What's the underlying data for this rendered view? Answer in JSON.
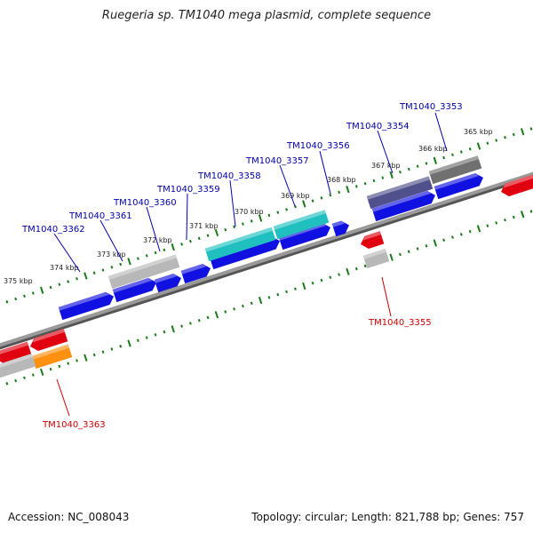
{
  "title": "Ruegeria sp. TM1040 mega plasmid, complete sequence",
  "footer": {
    "accession": "Accession: NC_008043",
    "summary": "Topology: circular; Length: 821,788 bp; Genes: 757"
  },
  "colors": {
    "backbone": "#888888",
    "tick": "#1a7a1a",
    "label_forward": "#0000aa",
    "label_reverse": "#cc0000",
    "blue": "#1010e0",
    "cyan": "#20c0c0",
    "gray_light": "#b8b8b8",
    "gray_dark": "#707070",
    "purple": "#50508c",
    "red": "#e00010",
    "orange": "#ff9010"
  },
  "scale_labels": [
    {
      "text": "365 kbp",
      "kbp": 365
    },
    {
      "text": "366 kbp",
      "kbp": 366
    },
    {
      "text": "367 kbp",
      "kbp": 367
    },
    {
      "text": "368 kbp",
      "kbp": 368
    },
    {
      "text": "369 kbp",
      "kbp": 369
    },
    {
      "text": "370 kbp",
      "kbp": 370
    },
    {
      "text": "371 kbp",
      "kbp": 371
    },
    {
      "text": "372 kbp",
      "kbp": 372
    },
    {
      "text": "373 kbp",
      "kbp": 373
    },
    {
      "text": "374 kbp",
      "kbp": 374
    },
    {
      "text": "375 kbp",
      "kbp": 375
    }
  ],
  "gene_labels": [
    {
      "text": "TM1040_3353",
      "strand": "forward"
    },
    {
      "text": "TM1040_3354",
      "strand": "forward"
    },
    {
      "text": "TM1040_3356",
      "strand": "forward"
    },
    {
      "text": "TM1040_3357",
      "strand": "forward"
    },
    {
      "text": "TM1040_3358",
      "strand": "forward"
    },
    {
      "text": "TM1040_3359",
      "strand": "forward"
    },
    {
      "text": "TM1040_3360",
      "strand": "forward"
    },
    {
      "text": "TM1040_3361",
      "strand": "forward"
    },
    {
      "text": "TM1040_3362",
      "strand": "forward"
    },
    {
      "text": "TM1040_3355",
      "strand": "reverse"
    },
    {
      "text": "TM1040_3363",
      "strand": "reverse"
    }
  ]
}
